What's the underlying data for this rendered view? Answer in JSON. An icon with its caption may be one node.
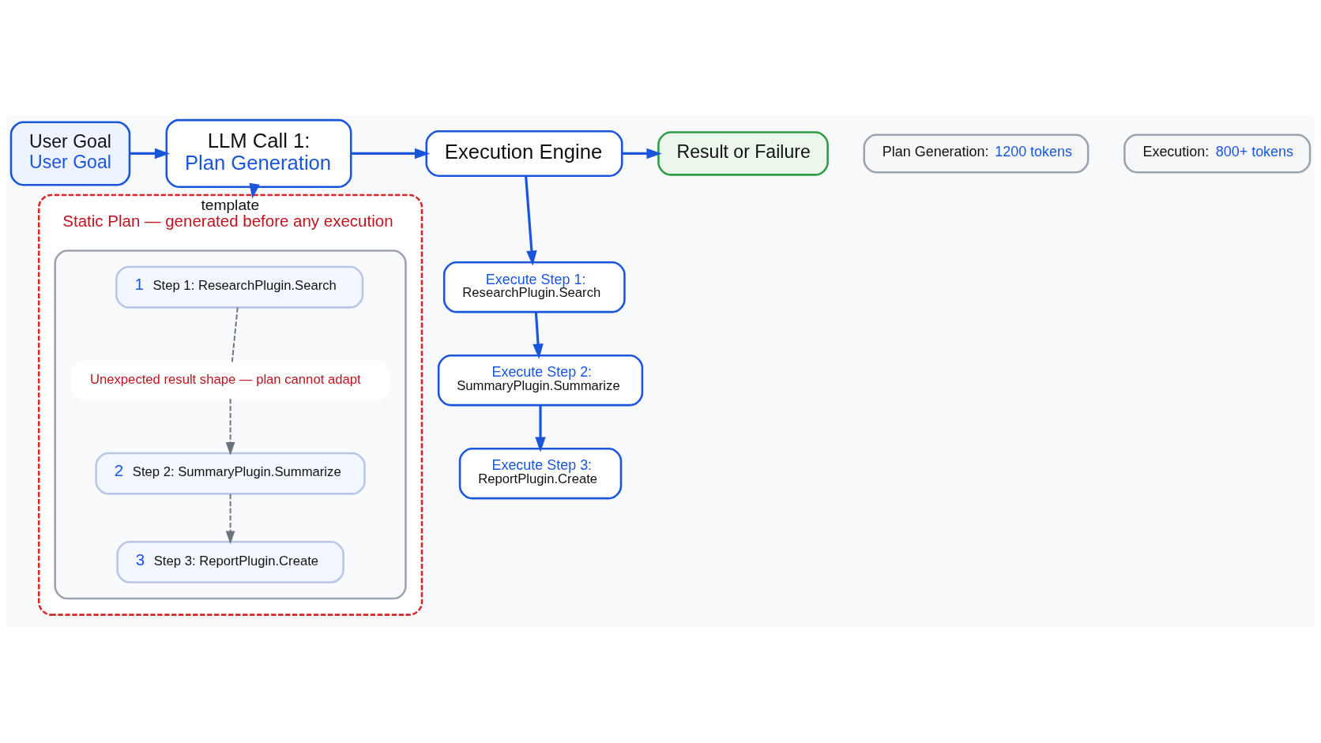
{
  "diagram": {
    "nodes": [
      {
        "text": [
          "User Goal",
          "User Goal"
        ]
      },
      {
        "text": [
          "LLM Call 1:",
          "Plan Generation"
        ]
      },
      {
        "text": [
          "Execution Engine"
        ]
      },
      {
        "text": [
          "Result or Failure"
        ]
      },
      {
        "text": [
          "Plan Generation:",
          "1200 tokens"
        ]
      },
      {
        "text": [
          "Execution:",
          "800+ tokens"
        ]
      },
      {
        "text": [
          "template",
          "Static Plan — generated before any execution"
        ]
      },
      {
        "text": [],
        "shape": "box",
        "in": 6
      },
      {
        "text": [
          "1",
          "Step 1: ResearchPlugin.Search"
        ],
        "in": 7
      },
      {
        "text": [
          "Unexpected result shape — plan cannot adapt"
        ],
        "in": 7
      },
      {
        "text": [
          "2",
          "Step 2: SummaryPlugin.Summarize"
        ],
        "in": 7
      },
      {
        "text": [
          "3",
          "Step 3: ReportPlugin.Create"
        ],
        "in": 7
      },
      {
        "text": [
          "Execute Step 1:",
          "ResearchPlugin.Search"
        ]
      },
      {
        "text": [
          "Execute Step 2:",
          "SummaryPlugin.Summarize"
        ]
      },
      {
        "text": [
          "Execute Step 3:",
          "ReportPlugin.Create"
        ]
      }
    ],
    "edges": [
      {
        "from": 0,
        "to": 1,
        "arrow": "to"
      },
      {
        "from": 1,
        "to": 2,
        "arrow": "to"
      },
      {
        "from": 2,
        "to": 3,
        "arrow": "to"
      },
      {
        "from": 1,
        "to": 6,
        "arrow": "to"
      },
      {
        "from": 2,
        "to": 12,
        "arrow": "to"
      },
      {
        "from": 12,
        "to": 13,
        "arrow": "to"
      },
      {
        "from": 13,
        "to": 14,
        "arrow": "to"
      },
      {
        "from": 8,
        "to": 9,
        "arrow": "none",
        "style": "dashed",
        "color": "#6b7280"
      },
      {
        "from": 9,
        "to": 10,
        "arrow": "to",
        "style": "dashed",
        "color": "#6b7280"
      },
      {
        "from": 10,
        "to": 11,
        "arrow": "to",
        "style": "dashed",
        "color": "#6b7280"
      }
    ]
  }
}
